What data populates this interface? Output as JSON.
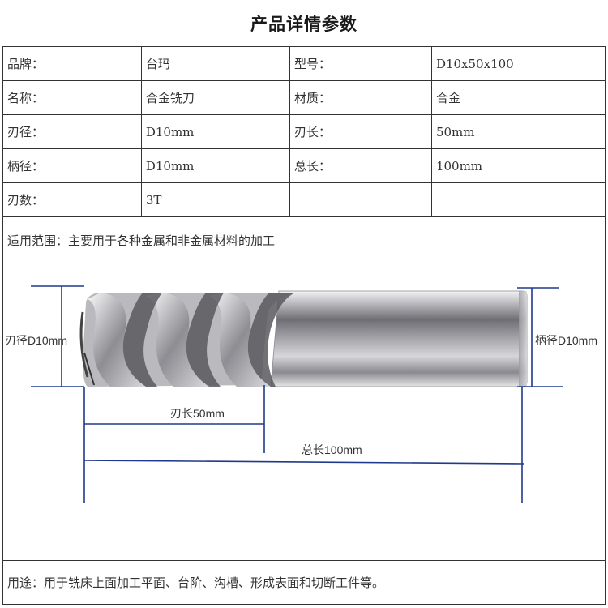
{
  "title": "产品详情参数",
  "rows": [
    {
      "k1": "品牌：",
      "v1": "台玛",
      "k2": "型号：",
      "v2": "D10x50x100"
    },
    {
      "k1": "名称：",
      "v1": "合金铣刀",
      "k2": "材质：",
      "v2": "合金"
    },
    {
      "k1": "刃径：",
      "v1": "D10mm",
      "k2": "刃长：",
      "v2": "50mm"
    },
    {
      "k1": "柄径：",
      "v1": "D10mm",
      "k2": "总长：",
      "v2": "100mm"
    },
    {
      "k1": "刃数：",
      "v1": "3T",
      "k2": "",
      "v2": ""
    }
  ],
  "scope": "适用范围：主要用于各种金属和非金属材料的加工",
  "figure": {
    "blade_diameter": "刃径D10mm",
    "shank_diameter": "柄径D10mm",
    "blade_length": "刃长50mm",
    "total_length": "总长100mm",
    "colors": {
      "dimension_line": "#1f3a8a",
      "tool_steel": "#7d7d82"
    }
  },
  "usage": "用途：用于铣床上面加工平面、台阶、沟槽、形成表面和切断工件等。"
}
